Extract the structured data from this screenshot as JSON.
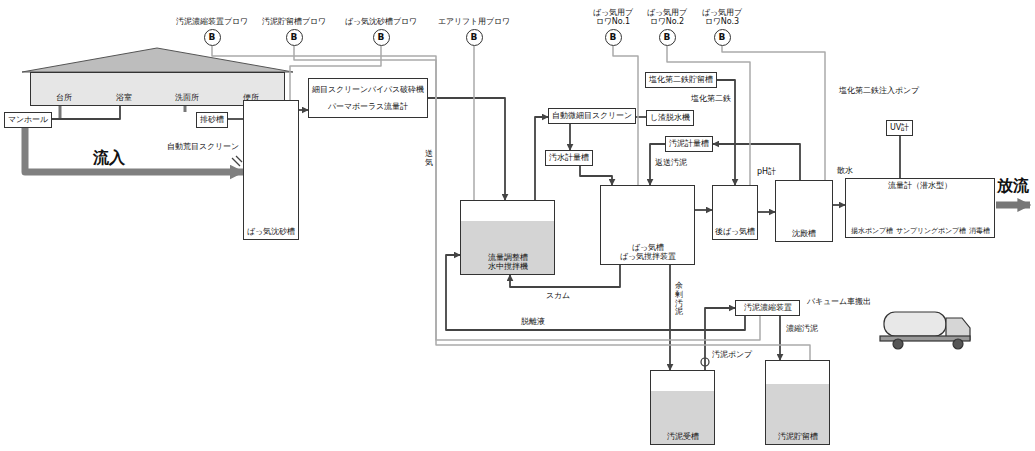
{
  "diagram": {
    "nodes": [
      {
        "text": [
          "汚泥濃縮装置ブロワ",
          "B"
        ]
      },
      {
        "text": [
          "汚泥貯留槽ブロワ",
          "B"
        ]
      },
      {
        "text": [
          "ばっ気沈砂槽ブロワ",
          "B"
        ]
      },
      {
        "text": [
          "エアリフト用ブロワ",
          "B"
        ]
      },
      {
        "text": [
          "ばっ気用ブロワNo.1",
          "B"
        ]
      },
      {
        "text": [
          "ばっ気用ブロワNo.2",
          "B"
        ]
      },
      {
        "text": [
          "ばっ気用ブロワNo.3",
          "B"
        ]
      },
      {
        "text": [
          "台所",
          "浴室",
          "洗面所",
          "便所"
        ]
      },
      {
        "text": [
          "マンホール"
        ]
      },
      {
        "text": [
          "排砂槽"
        ]
      },
      {
        "text": [
          "ばっ気沈砂槽"
        ]
      },
      {
        "text": [
          "細目スクリーン",
          "バイパス",
          "破砕機",
          "パーマボーラス流量計"
        ]
      },
      {
        "text": [
          "流量調整槽",
          "水中撹拌機"
        ]
      },
      {
        "text": [
          "自動微細目スクリーン"
        ]
      },
      {
        "text": [
          "し渣脱水機"
        ]
      },
      {
        "text": [
          "汚水計量槽"
        ]
      },
      {
        "text": [
          "塩化第二鉄貯留槽"
        ]
      },
      {
        "text": [
          "汚泥計量槽"
        ]
      },
      {
        "text": [
          "ばっ気槽",
          "ばっ気撹拌装置"
        ]
      },
      {
        "text": [
          "後ばっ気槽"
        ]
      },
      {
        "text": [
          "沈殿槽"
        ]
      },
      {
        "text": [
          "UV計"
        ]
      },
      {
        "text": [
          "流量計（潜水型）",
          "揚水ポンプ槽",
          "サンプリングポンプ槽",
          "消毒槽"
        ]
      },
      {
        "text": [
          "汚泥受槽"
        ]
      },
      {
        "text": [
          "汚泥濃縮装置"
        ]
      },
      {
        "text": [
          "汚泥貯留槽"
        ]
      }
    ],
    "edges": [
      {
        "from": 7,
        "to": 8,
        "arrow": "none"
      },
      {
        "from": 8,
        "to": 10,
        "label": "流入",
        "arrow": "to"
      },
      {
        "from": 9,
        "to": 10,
        "arrow": "none"
      },
      {
        "from": 10,
        "to": 11,
        "arrow": "to"
      },
      {
        "from": 11,
        "to": 12,
        "arrow": "to"
      },
      {
        "from": 12,
        "to": 13,
        "arrow": "to"
      },
      {
        "from": 13,
        "to": 14,
        "arrow": "none"
      },
      {
        "from": 13,
        "to": 15,
        "arrow": "to"
      },
      {
        "from": 15,
        "to": 18,
        "arrow": "to"
      },
      {
        "from": 16,
        "to": 19,
        "label": "塩化第二鉄",
        "arrow": "to"
      },
      {
        "from": 17,
        "to": 18,
        "label": "返送汚泥",
        "arrow": "to"
      },
      {
        "from": 20,
        "to": 17,
        "arrow": "to"
      },
      {
        "from": 18,
        "to": 19,
        "arrow": "to"
      },
      {
        "from": 19,
        "to": 20,
        "arrow": "to"
      },
      {
        "from": 20,
        "to": 22,
        "arrow": "to"
      },
      {
        "from": 21,
        "to": 22,
        "arrow": "none"
      },
      {
        "from": 18,
        "to": 12,
        "label": "スカム",
        "arrow": "to"
      },
      {
        "from": 18,
        "to": 23,
        "label": "余剰汚泥",
        "arrow": "to"
      },
      {
        "from": 23,
        "to": 24,
        "label": "汚泥ポンプ",
        "arrow": "to"
      },
      {
        "from": 24,
        "to": 25,
        "label": "濃縮汚泥",
        "arrow": "to"
      },
      {
        "from": 24,
        "to": 12,
        "label": "脱離液",
        "arrow": "to"
      },
      {
        "from": 0,
        "to": 24,
        "arrow": "none"
      },
      {
        "from": 1,
        "to": 25,
        "arrow": "none"
      },
      {
        "from": 2,
        "to": 10,
        "arrow": "none"
      },
      {
        "from": 3,
        "to": 12,
        "arrow": "none"
      },
      {
        "from": 4,
        "to": 18,
        "arrow": "none"
      },
      {
        "from": 5,
        "to": 19,
        "arrow": "none"
      },
      {
        "from": 6,
        "to": 20,
        "arrow": "none"
      }
    ],
    "labels": [
      "自動荒目スクリーン",
      "送気",
      "pH計",
      "散水",
      "塩化第二鉄注入ポンプ",
      "放流",
      "バキューム車搬出"
    ]
  }
}
